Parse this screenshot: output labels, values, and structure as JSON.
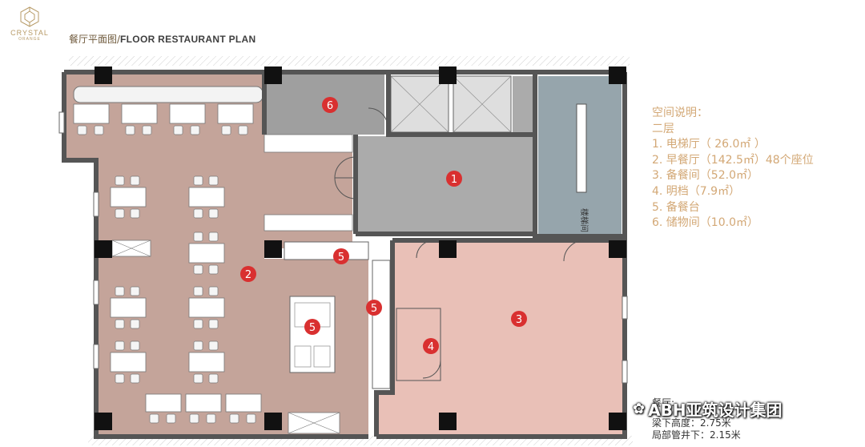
{
  "logo": {
    "brand": "CRYSTAL",
    "sub": "ORANGE"
  },
  "page_title": {
    "cn": "餐厅平面图/",
    "en": "FLOOR RESTAURANT PLAN"
  },
  "legend": {
    "title": "空间说明：",
    "floor": "二层",
    "items": [
      "1. 电梯厅（ 26.0㎡ ）",
      "2. 早餐厅（142.5㎡）48个座位",
      "3. 备餐间（52.0㎡）",
      "4. 明档（7.9㎡）",
      "5. 备餐台",
      "6. 储物间（10.0㎡）"
    ]
  },
  "plan_labels": {
    "stair": "楼梯间",
    "markers": [
      "1",
      "2",
      "3",
      "4",
      "5",
      "5",
      "5",
      "6"
    ]
  },
  "notes": {
    "title": "餐厅:",
    "lines": [
      "梁下高度：2.75米",
      "局部管井下：2.15米"
    ]
  },
  "watermark": {
    "text": "ABH亚筑设计集团"
  },
  "colors": {
    "dining": "#c4a49a",
    "lobby": "#ababab",
    "storage": "#9f9f9f",
    "stair": "#96a5ac",
    "prep": "#e9c0b7",
    "wall": "#555555",
    "column": "#111111",
    "marker": "#d93030",
    "legend_text": "#d3a876"
  }
}
